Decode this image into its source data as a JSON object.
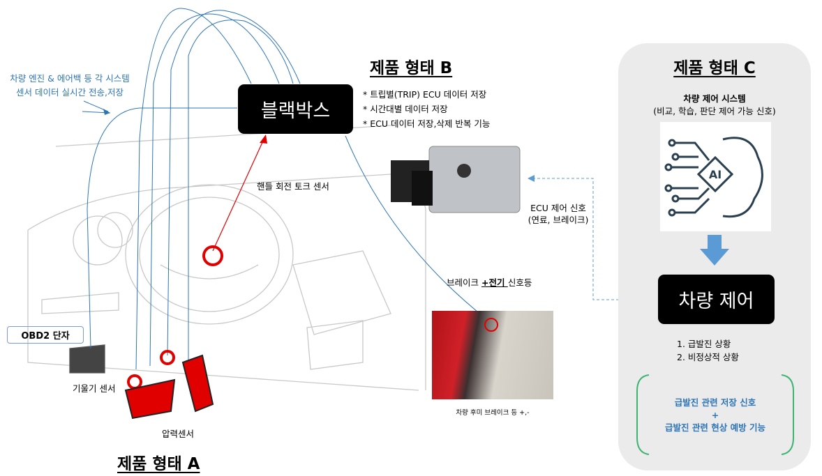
{
  "colors": {
    "accent_blue": "#2e75b6",
    "panel_gray": "#ebebeb",
    "bracket_green": "#3cb371",
    "marker_red": "#e00000"
  },
  "left_note": [
    "차량 엔진 & 에어백 등 각 시스템",
    "센서 데이터 실시간 전송,저장"
  ],
  "product_a": {
    "title": "제품 형태 A",
    "obd2": "OBD2 단자",
    "tilt_sensor": "기울기 센서",
    "pressure_sensor": "압력센서",
    "steering_sensor": "핸들 회전 토크 센서"
  },
  "product_b": {
    "title": "제품 형태 B",
    "blackbox": "블랙박스",
    "bullets": [
      "* 트립별(TRIP) ECU 데이터 저장",
      "* 시간대별 데이터 저장",
      "* ECU 데이터 저장,삭제 반복 기능"
    ],
    "ecu_signal": [
      "ECU 제어 신호",
      "(연료, 브레이크)"
    ],
    "brake_label_pre": "브레이크 ",
    "brake_label_em": "+전기 ",
    "brake_label_post": "신호등",
    "brake_caption": "차량 후미 브레이크 등 +,-"
  },
  "product_c": {
    "title": "제품 형태 C",
    "system_title": "차량 제어 시스템",
    "system_sub": "(비교, 학습, 판단 제어 가능 신호)",
    "ai_logo": "AI",
    "control": "차량 제어",
    "situations": [
      "1.   급발진 상황",
      "2.   비정상적 상황"
    ],
    "functions": [
      "급발진 관련 저장 신호",
      "+",
      "급발진 관련 현상 예방 기능"
    ]
  }
}
